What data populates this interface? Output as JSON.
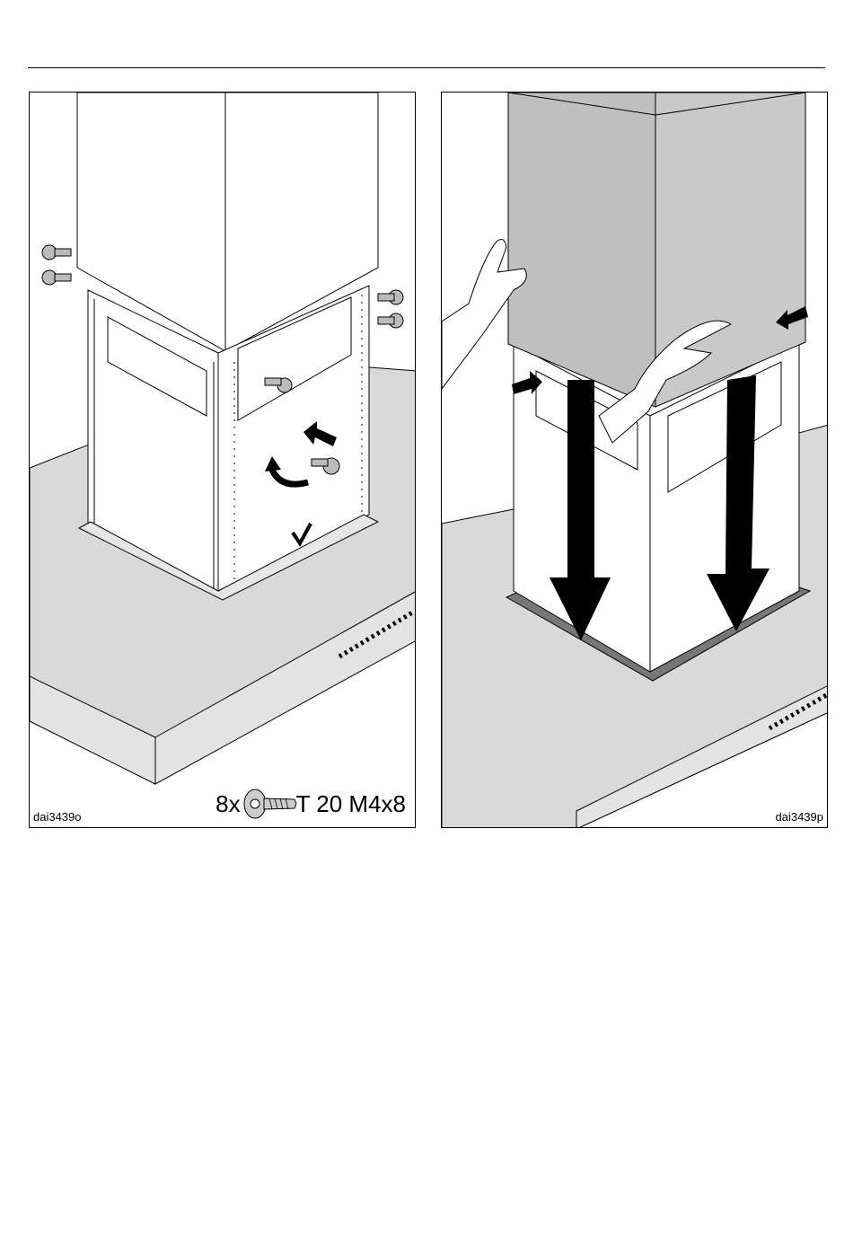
{
  "figures": [
    {
      "id": "left",
      "code": "dai3439o",
      "screw_count": "8x",
      "screw_spec": "T 20 M4x8"
    },
    {
      "id": "right",
      "code": "dai3439p"
    }
  ],
  "colors": {
    "line": "#000000",
    "chimney_shade": "#bfbfbf",
    "hood_shade": "#d9d9d9",
    "edge_dark": "#5a5a5a"
  },
  "icons": [
    "screw-icon",
    "arrow-icon",
    "rotate-icon",
    "checkmark-icon",
    "hand-icon"
  ]
}
